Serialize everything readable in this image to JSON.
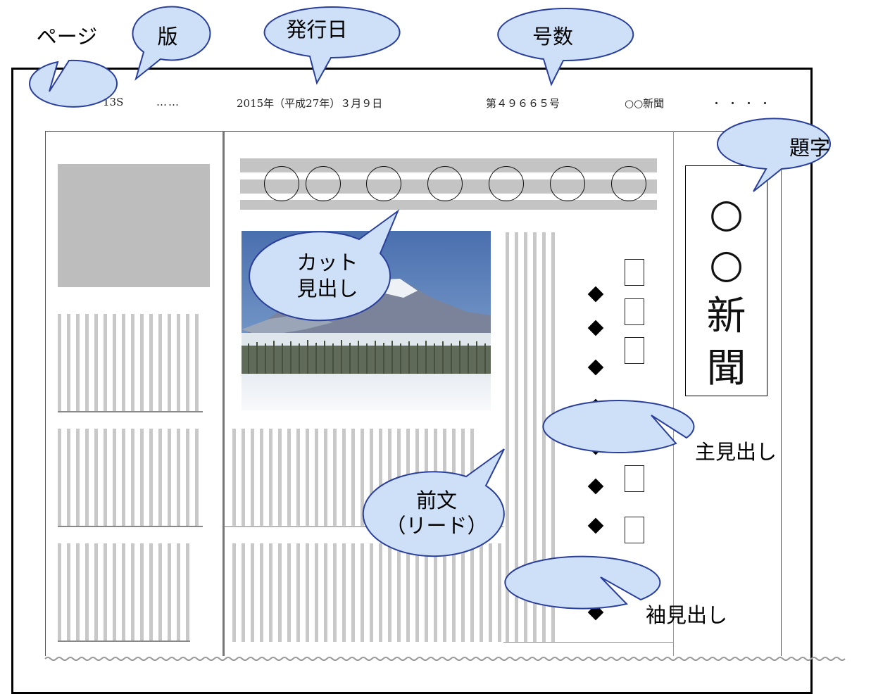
{
  "masthead": {
    "page_no": "1",
    "edition": "13S",
    "dots1": "……",
    "date": "2015年（平成27年）３月９日",
    "issue": "第４９６６５号",
    "paper": "○○新聞",
    "dots2": "・・・・"
  },
  "title_chars": [
    "○",
    "○",
    "新",
    "聞"
  ],
  "callouts": {
    "page": "ページ",
    "edition": "版",
    "date": "発行日",
    "issue": "号数",
    "title": "題字",
    "cut_line1": "カット",
    "cut_line2": "見出し",
    "main_headline": "主見出し",
    "lead_line1": "前文",
    "lead_line2": "（リード）",
    "sub_headline": "袖見出し"
  },
  "colors": {
    "callout_fill": "#cde0f7",
    "callout_stroke": "#2a3f9c",
    "hatch": "#c8c8c8",
    "gray_block": "#bdbdbd"
  }
}
